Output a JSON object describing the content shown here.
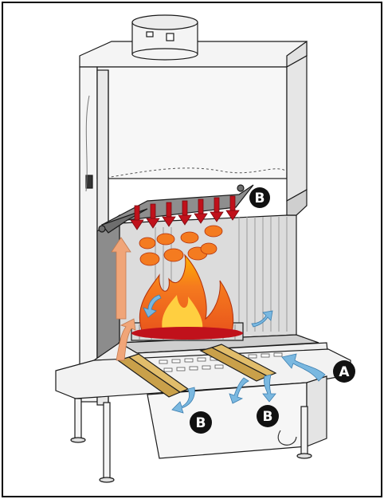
{
  "callouts": {
    "top_b": "B",
    "right_a": "A",
    "bottom_left_b": "B",
    "bottom_mid_b": "B"
  },
  "colors": {
    "frame": "#000000",
    "outline": "#1a1a1a",
    "panel_light": "#f4f4f4",
    "panel_grey": "#c8c8c8",
    "panel_dark": "#8c8c8c",
    "hot_air": "#c0111b",
    "warm_air": "#f0a578",
    "cold_air": "#7ab8e0",
    "flame_outer": "#e8531c",
    "flame_inner": "#ffb000",
    "callout_bg": "#111111",
    "duct": "#c9a04a"
  },
  "icons": [
    "chimney-collar-icon",
    "fire-icon",
    "hot-air-arrow-icon",
    "cold-air-arrow-icon",
    "warm-air-arrow-icon"
  ]
}
